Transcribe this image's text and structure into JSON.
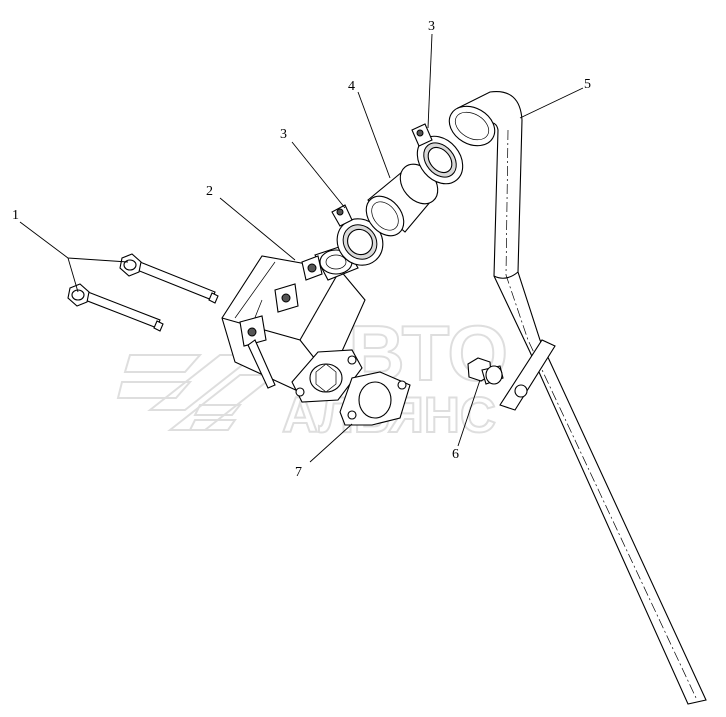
{
  "watermark": {
    "line1": "АВТО",
    "line2": "АЛЬЯНС"
  },
  "callouts": [
    {
      "id": "label-1",
      "text": "1"
    },
    {
      "id": "label-2",
      "text": "2"
    },
    {
      "id": "label-3a",
      "text": "3"
    },
    {
      "id": "label-3b",
      "text": "3"
    },
    {
      "id": "label-4",
      "text": "4"
    },
    {
      "id": "label-5",
      "text": "5"
    },
    {
      "id": "label-6",
      "text": "6"
    },
    {
      "id": "label-7",
      "text": "7"
    }
  ]
}
